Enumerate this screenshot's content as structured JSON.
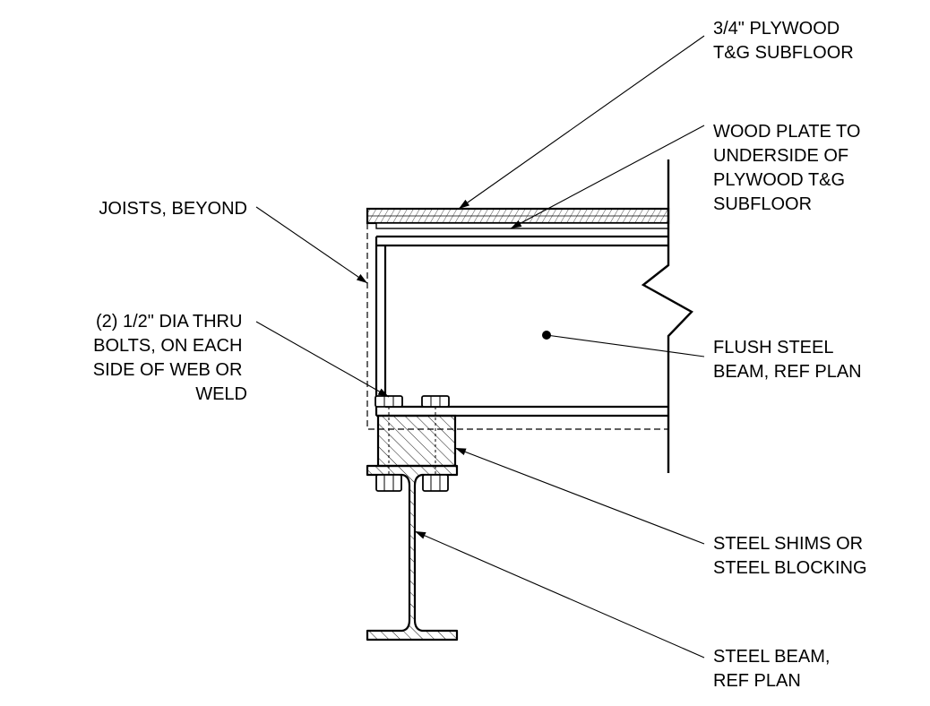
{
  "labels": {
    "subfloor": [
      "3/4\" PLYWOOD",
      "T&G SUBFLOOR"
    ],
    "wood_plate": [
      "WOOD PLATE TO",
      "UNDERSIDE OF",
      "PLYWOOD T&G",
      "SUBFLOOR"
    ],
    "joists": [
      "JOISTS, BEYOND"
    ],
    "bolts": [
      "(2) 1/2\" DIA THRU",
      "BOLTS, ON EACH",
      "SIDE OF WEB OR",
      "WELD"
    ],
    "flush_beam": [
      "FLUSH STEEL",
      "BEAM, REF PLAN"
    ],
    "shims": [
      "STEEL SHIMS OR",
      "STEEL BLOCKING"
    ],
    "steel_beam": [
      "STEEL BEAM,",
      "REF PLAN"
    ]
  },
  "colors": {
    "line": "#000000",
    "background": "#ffffff"
  }
}
